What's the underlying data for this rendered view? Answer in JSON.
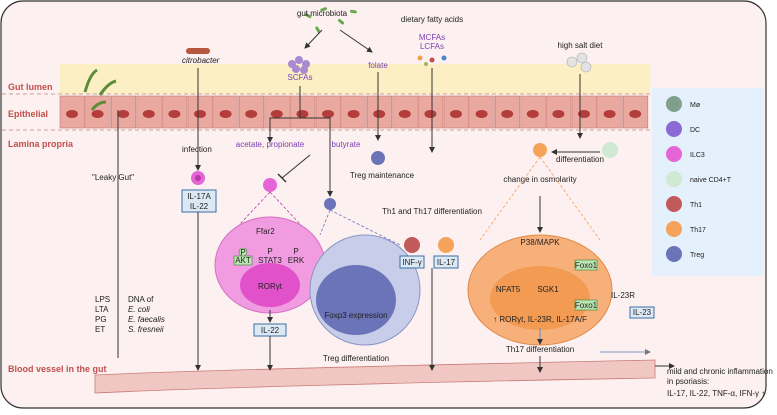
{
  "regions": {
    "gut_lumen": "Gut lumen",
    "epithelial": "Epithelial",
    "lamina_propria": "Lamina propria",
    "blood_vessel": "Blood vessel in the gut"
  },
  "top_inputs": {
    "gut_microbiota": "gut microbiota",
    "dietary_fatty_acids": "dietary fatty acids",
    "mcfas": "MCFAs",
    "lcfas": "LCFAs",
    "high_salt_diet": "high salt diet",
    "citrobacter": "citrobacter",
    "scfas": "SCFAs",
    "folate": "folate"
  },
  "mechanisms": {
    "leaky_gut": "\"Leaky Gut\"",
    "infection": "infection",
    "il17a": "IL-17A",
    "il22_a": "IL-22",
    "acetate_propionate": "acetate, propionate",
    "butyrate": "butyrate",
    "treg_maintenance": "Treg maintenance",
    "th1_th17_diff": "Th1 and Th17 differentiation",
    "inf_gamma": "INF-γ",
    "il17": "IL-17",
    "differentiation": "differentiation",
    "change_osmolarity": "change in osmolarity",
    "ffar2": "Ffar2",
    "akt": "AKT",
    "p": "P",
    "stat3": "STAT3",
    "erk": "ERK",
    "roryt": "RORγt",
    "il22_b": "IL-22",
    "foxp3": "Foxp3 expression",
    "treg_differentiation": "Treg differentiation",
    "p38": "P38/MAPK",
    "nfat5": "NFAT5",
    "sgk1": "SGK1",
    "foxo1": "Foxo1",
    "il23r": "IL-23R",
    "il23": "IL-23",
    "upregulated": "↑ RORγt, IL-23R, IL-17A/F",
    "th17_differentiation": "Th17 differentiation"
  },
  "bottom": {
    "lps": "LPS",
    "lta": "LTA",
    "pg": "PG",
    "et": "ET",
    "dna_of": "DNA of",
    "ecoli": "E. coli",
    "efaecalis": "E. faecalis",
    "sfresneii": "S. fresneii",
    "outcome_line1": "mild and chronic inflammation",
    "outcome_line2": "in psoriasis:",
    "outcome_line3": "IL-17, IL-22, TNF-α, IFN-γ ↑"
  },
  "legend": [
    {
      "label": "Mø",
      "color": "#7fa08a"
    },
    {
      "label": "DC",
      "color": "#8b6ad6"
    },
    {
      "label": "ILC3",
      "color": "#e565d6"
    },
    {
      "label": "naive CD4+T",
      "color": "#cfe9d2"
    },
    {
      "label": "Th1",
      "color": "#c2595a"
    },
    {
      "label": "Th17",
      "color": "#f5a25a"
    },
    {
      "label": "Treg",
      "color": "#6b74b8"
    }
  ],
  "colors": {
    "lumen": "#fbf1c8",
    "epithelium": "#e9a8a0",
    "lamina": "#fcefef",
    "legend_bg": "#e4f0fb",
    "ilc3_large": "#f19ce0",
    "th17_large": "#f8b07a",
    "treg_large": "#c8cee9"
  }
}
